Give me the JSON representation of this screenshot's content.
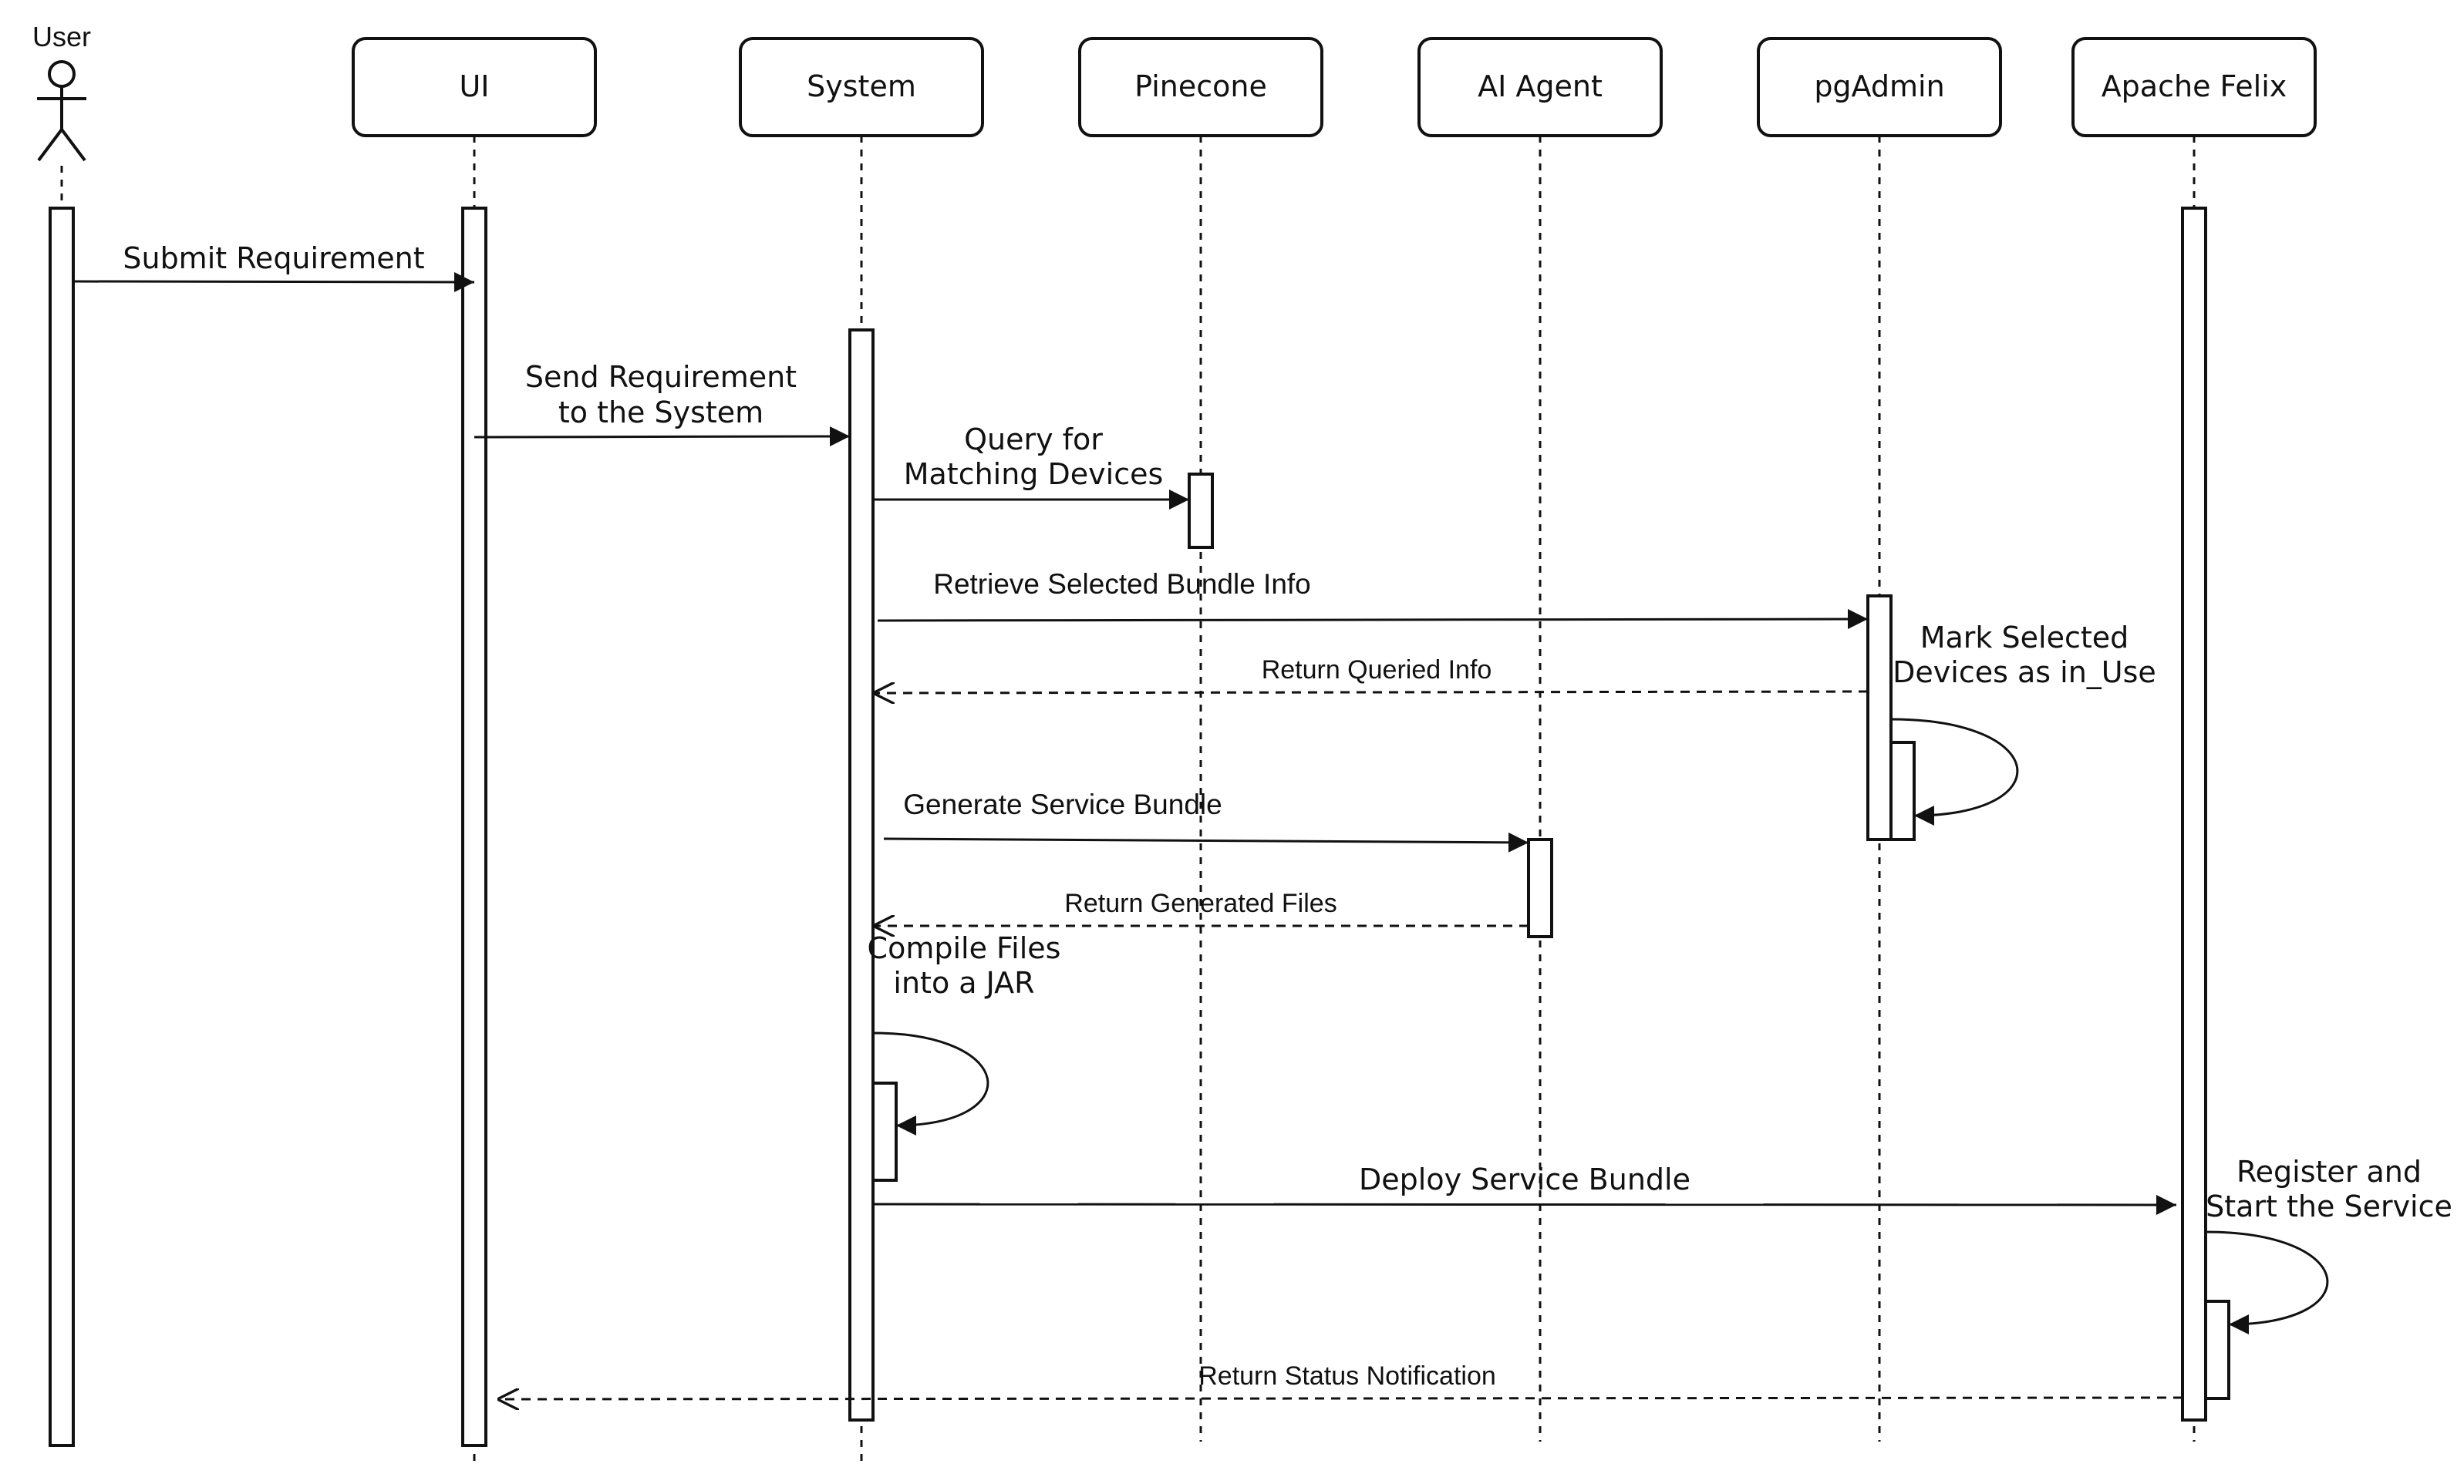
{
  "actor": {
    "label": "User"
  },
  "participants": {
    "ui": "UI",
    "system": "System",
    "pinecone": "Pinecone",
    "ai_agent": "AI Agent",
    "pgadmin": "pgAdmin",
    "felix": "Apache Felix"
  },
  "messages": {
    "submit_requirement": "Submit Requirement",
    "send_requirement_line1": "Send Requirement",
    "send_requirement_line2": "to the System",
    "query_line1": "Query for",
    "query_line2": "Matching Devices",
    "retrieve_bundle_info": "Retrieve Selected Bundle Info",
    "return_queried_info": "Return Queried Info",
    "mark_line1": "Mark Selected",
    "mark_line2": "Devices as in_Use",
    "generate_service_bundle": "Generate Service Bundle",
    "return_generated_files": "Return Generated Files",
    "compile_line1": "Compile Files",
    "compile_line2": "into a JAR",
    "deploy_service_bundle": "Deploy Service Bundle",
    "register_line1": "Register and",
    "register_line2": "Start the Service",
    "return_status_notification": "Return Status Notification"
  },
  "colors": {
    "line": "#111111",
    "box_fill": "#ffffff",
    "background": "#ffffff"
  }
}
